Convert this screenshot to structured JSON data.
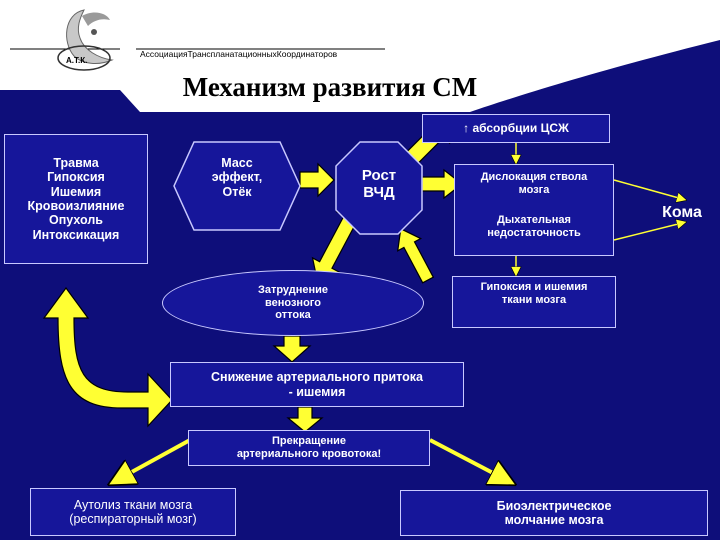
{
  "header": {
    "logo_abbr": "А.Т.К.",
    "logo_caption": "АссоциацияТранспланатационныхКоординаторов",
    "title": "Механизм развития СМ"
  },
  "nodes": {
    "causes": [
      "Травма",
      "Гипоксия",
      "Ишемия",
      "Кровоизлияние",
      "Опухоль",
      "Интоксикация"
    ],
    "mass_effect": [
      "Масс",
      "эффект,",
      "Отёк"
    ],
    "icp_growth": [
      "Рост",
      "ВЧД"
    ],
    "csf_absorption": "↑ абсорбции ЦСЖ",
    "brainstem_dislocation": [
      "Дислокация ствола",
      "мозга"
    ],
    "respiratory_failure": [
      "Дыхательная",
      "недостаточность"
    ],
    "coma": "Кома",
    "venous_outflow": [
      "Затруднение",
      "венозного",
      "оттока"
    ],
    "hypoxia_ischemia": [
      "Гипоксия и ишемия",
      "ткани мозга"
    ],
    "arterial_inflow": [
      "Снижение артериального притока",
      "- ишемия"
    ],
    "blood_flow_stop": [
      "Прекращение",
      "артериального кровотока!"
    ],
    "autolysis": [
      "Аутолиз ткани мозга",
      "(респираторный мозг)"
    ],
    "bioelectric_silence": [
      "Биоэлектрическое",
      "молчание мозга"
    ]
  },
  "colors": {
    "background": "#0e0e7a",
    "header_band": "#ffffff",
    "box_fill": "#16169a",
    "box_border": "#c8c8ff",
    "arrow_fill": "#ffff33",
    "arrow_stroke": "#000000"
  }
}
